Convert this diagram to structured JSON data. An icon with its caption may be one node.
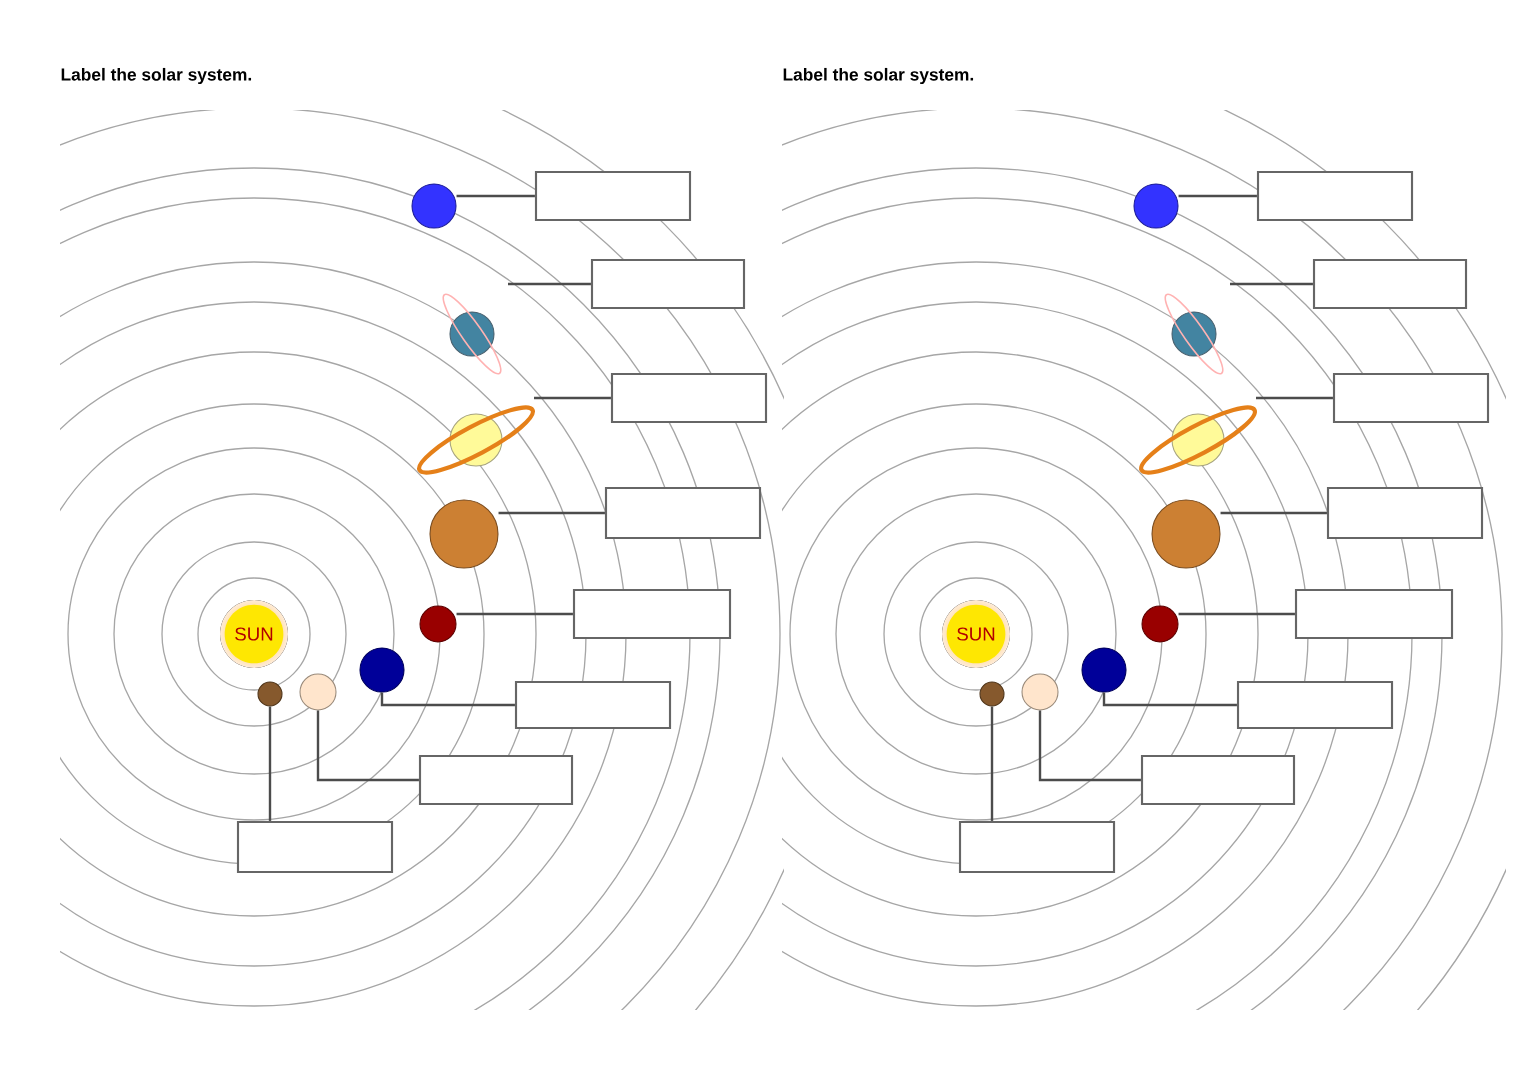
{
  "diagram": {
    "labels": [
      "Label the solar system.",
      "Label the solar system."
    ],
    "nodes": [
      {
        "text": [
          "SUN"
        ]
      },
      {
        "text": [],
        "shape": "circle"
      },
      {
        "text": [],
        "shape": "circle"
      },
      {
        "text": [],
        "shape": "circle"
      },
      {
        "text": [],
        "shape": "circle"
      },
      {
        "text": [],
        "shape": "circle"
      },
      {
        "text": [],
        "shape": "circle"
      },
      {
        "text": [],
        "shape": "circle"
      },
      {
        "text": [],
        "shape": "circle"
      },
      {
        "text": [],
        "shape": "box"
      },
      {
        "text": [],
        "shape": "box"
      },
      {
        "text": [],
        "shape": "box"
      },
      {
        "text": [],
        "shape": "box"
      },
      {
        "text": [],
        "shape": "box"
      },
      {
        "text": [],
        "shape": "box"
      },
      {
        "text": [],
        "shape": "box"
      },
      {
        "text": [],
        "shape": "box"
      },
      {
        "text": [
          "SUN"
        ]
      },
      {
        "text": [],
        "shape": "circle"
      },
      {
        "text": [],
        "shape": "circle"
      },
      {
        "text": [],
        "shape": "circle"
      },
      {
        "text": [],
        "shape": "circle"
      },
      {
        "text": [],
        "shape": "circle"
      },
      {
        "text": [],
        "shape": "circle"
      },
      {
        "text": [],
        "shape": "circle"
      },
      {
        "text": [],
        "shape": "circle"
      },
      {
        "text": [],
        "shape": "box"
      },
      {
        "text": [],
        "shape": "box"
      },
      {
        "text": [],
        "shape": "box"
      },
      {
        "text": [],
        "shape": "box"
      },
      {
        "text": [],
        "shape": "box"
      },
      {
        "text": [],
        "shape": "box"
      },
      {
        "text": [],
        "shape": "box"
      },
      {
        "text": [],
        "shape": "box"
      }
    ],
    "edges": [
      {
        "from": 1,
        "to": 16,
        "arrow": "none"
      },
      {
        "from": 2,
        "to": 15,
        "arrow": "none"
      },
      {
        "from": 3,
        "to": 14,
        "arrow": "none"
      },
      {
        "from": 4,
        "to": 13,
        "arrow": "none"
      },
      {
        "from": 5,
        "to": 12,
        "arrow": "none"
      },
      {
        "from": 6,
        "to": 11,
        "arrow": "none"
      },
      {
        "from": 7,
        "to": 10,
        "arrow": "none"
      },
      {
        "from": 8,
        "to": 9,
        "arrow": "none"
      },
      {
        "from": 18,
        "to": 33,
        "arrow": "none"
      },
      {
        "from": 19,
        "to": 32,
        "arrow": "none"
      },
      {
        "from": 20,
        "to": 31,
        "arrow": "none"
      },
      {
        "from": 21,
        "to": 30,
        "arrow": "none"
      },
      {
        "from": 22,
        "to": 29,
        "arrow": "none"
      },
      {
        "from": 23,
        "to": 28,
        "arrow": "none"
      },
      {
        "from": 24,
        "to": 27,
        "arrow": "none"
      },
      {
        "from": 25,
        "to": 26,
        "arrow": "none"
      }
    ]
  }
}
